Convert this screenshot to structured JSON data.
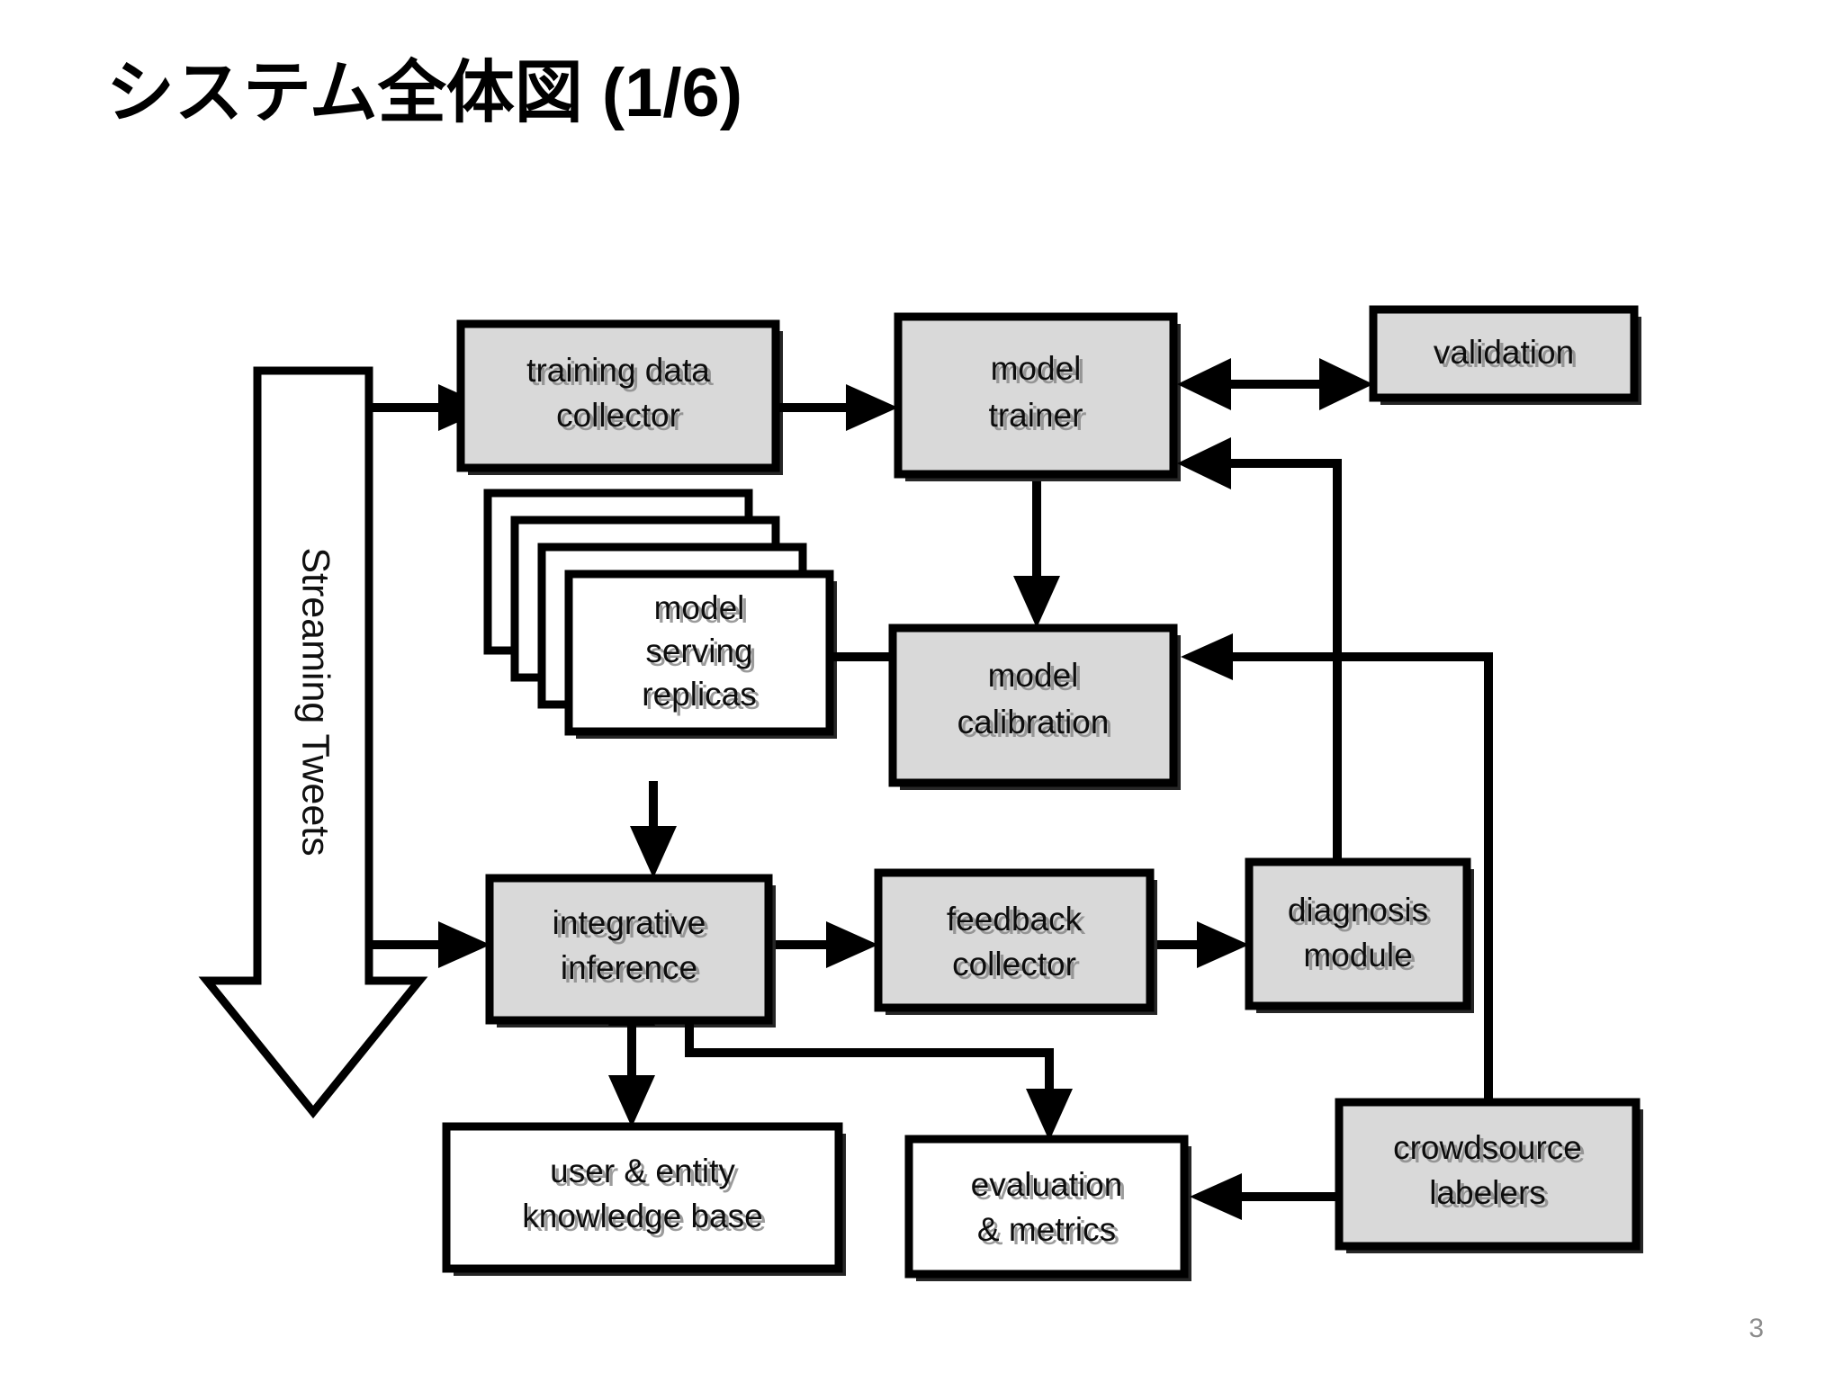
{
  "slide": {
    "title": "システム全体図 (1/6)",
    "page_number": "3",
    "background_color": "#ffffff",
    "title_color": "#000000",
    "page_number_color": "#8c8c8c"
  },
  "diagram": {
    "type": "flowchart",
    "stream_arrow": {
      "label": "Streaming Tweets",
      "fill_color": "#969696",
      "direction": "down"
    },
    "nodes": [
      {
        "id": "training-data-collector",
        "label_lines": [
          "training data",
          "collector"
        ],
        "fill": "#d9d9d9",
        "style": "single"
      },
      {
        "id": "model-trainer",
        "label_lines": [
          "model",
          "trainer"
        ],
        "fill": "#d9d9d9",
        "style": "single"
      },
      {
        "id": "validation",
        "label_lines": [
          "validation"
        ],
        "fill": "#d9d9d9",
        "style": "single"
      },
      {
        "id": "model-serving-replicas",
        "label_lines": [
          "model",
          "serving",
          "replicas"
        ],
        "fill": "#ffffff",
        "style": "stacked"
      },
      {
        "id": "model-calibration",
        "label_lines": [
          "model",
          "calibration"
        ],
        "fill": "#d9d9d9",
        "style": "single"
      },
      {
        "id": "integrative-inference",
        "label_lines": [
          "integrative",
          "inference"
        ],
        "fill": "#d9d9d9",
        "style": "single"
      },
      {
        "id": "feedback-collector",
        "label_lines": [
          "feedback",
          "collector"
        ],
        "fill": "#d9d9d9",
        "style": "single"
      },
      {
        "id": "diagnosis-module",
        "label_lines": [
          "diagnosis",
          "module"
        ],
        "fill": "#d9d9d9",
        "style": "single"
      },
      {
        "id": "user-entity-knowledge-base",
        "label_lines": [
          "user & entity",
          "knowledge base"
        ],
        "fill": "#ffffff",
        "style": "single"
      },
      {
        "id": "evaluation-metrics",
        "label_lines": [
          "evaluation",
          "& metrics"
        ],
        "fill": "#ffffff",
        "style": "single"
      },
      {
        "id": "crowdsource-labelers",
        "label_lines": [
          "crowdsource",
          "labelers"
        ],
        "fill": "#d9d9d9",
        "style": "single"
      }
    ],
    "edges": [
      {
        "from": "stream-arrow",
        "to": "training-data-collector",
        "kind": "arrow"
      },
      {
        "from": "training-data-collector",
        "to": "model-trainer",
        "kind": "arrow"
      },
      {
        "from": "model-trainer",
        "to": "validation",
        "kind": "bidirectional"
      },
      {
        "from": "model-trainer",
        "to": "model-calibration",
        "kind": "arrow"
      },
      {
        "from": "model-calibration",
        "to": "model-serving-replicas",
        "kind": "arrow"
      },
      {
        "from": "model-serving-replicas",
        "to": "integrative-inference",
        "kind": "arrow"
      },
      {
        "from": "stream-arrow",
        "to": "integrative-inference",
        "kind": "arrow"
      },
      {
        "from": "integrative-inference",
        "to": "feedback-collector",
        "kind": "arrow"
      },
      {
        "from": "feedback-collector",
        "to": "diagnosis-module",
        "kind": "arrow"
      },
      {
        "from": "diagnosis-module",
        "to": "model-trainer",
        "kind": "arrow"
      },
      {
        "from": "crowdsource-labelers",
        "to": "model-calibration",
        "kind": "arrow"
      },
      {
        "from": "integrative-inference",
        "to": "user-entity-knowledge-base",
        "kind": "bidirectional"
      },
      {
        "from": "integrative-inference",
        "to": "evaluation-metrics",
        "kind": "arrow"
      },
      {
        "from": "crowdsource-labelers",
        "to": "evaluation-metrics",
        "kind": "arrow"
      }
    ]
  }
}
